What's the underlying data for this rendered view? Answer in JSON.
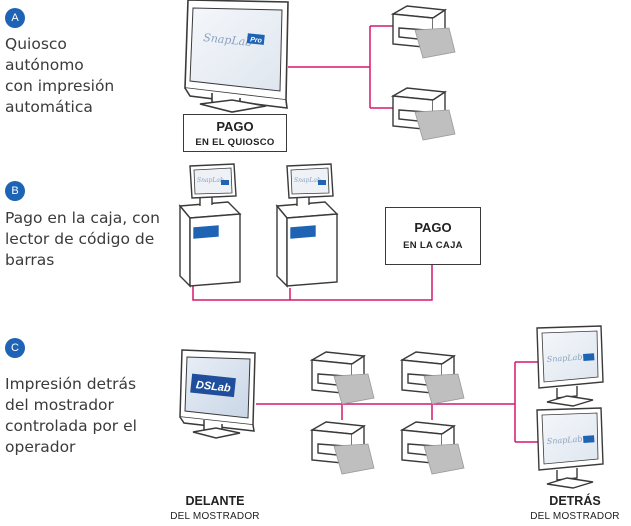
{
  "sections": [
    {
      "badge": "A",
      "description": "Quiosco\nautónomo\ncon impresión\nautomática"
    },
    {
      "badge": "B",
      "description": "Pago en la caja, con\nlector de código de\nbarras"
    },
    {
      "badge": "C",
      "description": "Impresión detrás\ndel mostrador\ncontrolada por el\noperador"
    }
  ],
  "payment_kiosk": {
    "title": "PAGO",
    "subtitle": "EN EL QUIOSCO"
  },
  "payment_register": {
    "title": "PAGO",
    "subtitle": "EN LA CAJA"
  },
  "front_label": {
    "title": "DELANTE",
    "subtitle": "DEL MOSTRADOR"
  },
  "back_label": {
    "title": "DETRÁS",
    "subtitle": "DEL MOSTRADOR"
  },
  "logos": {
    "snaplab": "SnapLab",
    "pro": "Pro",
    "dslab": "DSLab"
  },
  "colors": {
    "accent": "#1f64b4",
    "connector": "#d2196e",
    "outline": "#3a3a3a"
  }
}
